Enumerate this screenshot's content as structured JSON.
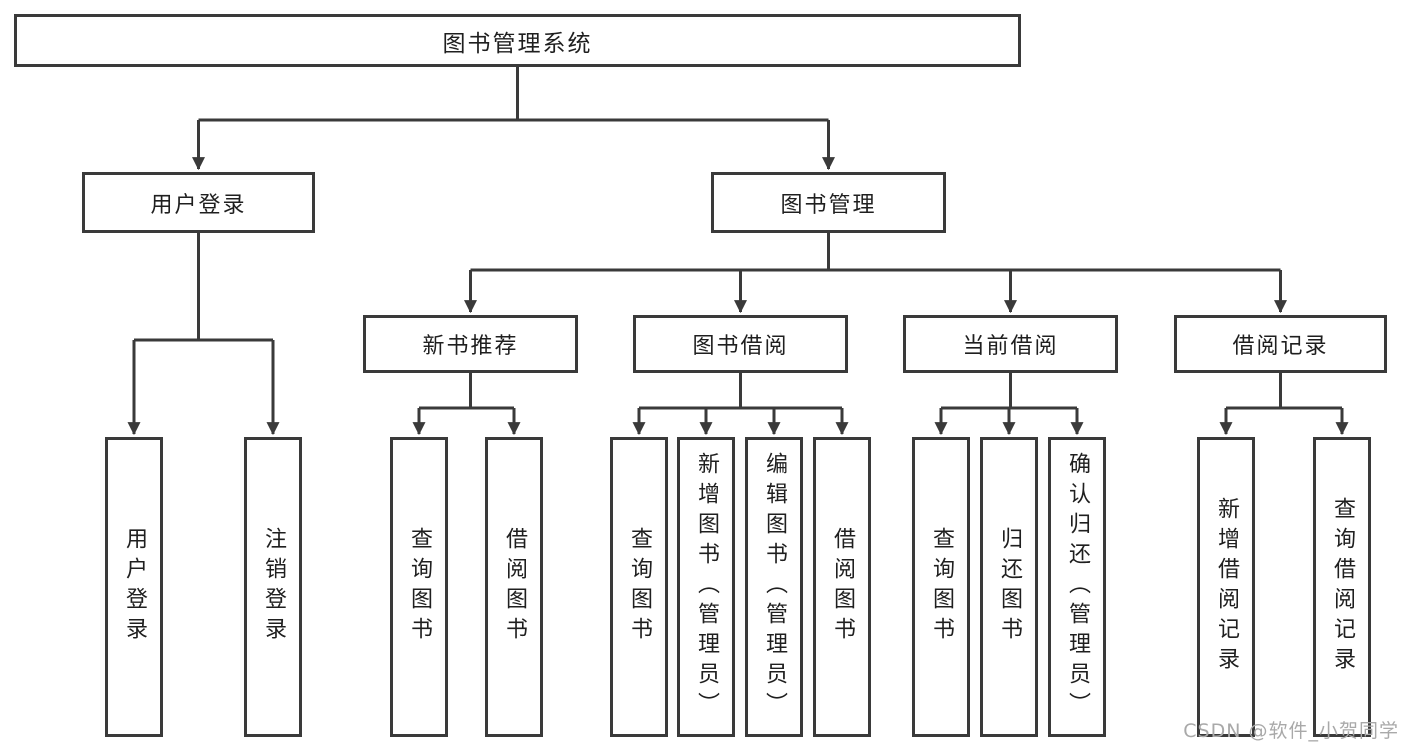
{
  "tree": {
    "root": {
      "label": "图书管理系统"
    },
    "level2": [
      {
        "label": "用户登录"
      },
      {
        "label": "图书管理"
      }
    ],
    "level3": [
      {
        "label": "新书推荐",
        "parent": "图书管理"
      },
      {
        "label": "图书借阅",
        "parent": "图书管理"
      },
      {
        "label": "当前借阅",
        "parent": "图书管理"
      },
      {
        "label": "借阅记录",
        "parent": "图书管理"
      }
    ],
    "leaves": [
      {
        "label": "用户登录",
        "parent": "用户登录"
      },
      {
        "label": "注销登录",
        "parent": "用户登录"
      },
      {
        "label": "查询图书",
        "parent": "新书推荐"
      },
      {
        "label": "借阅图书",
        "parent": "新书推荐"
      },
      {
        "label": "查询图书",
        "parent": "图书借阅"
      },
      {
        "label": "新增图书（管理员）",
        "parent": "图书借阅"
      },
      {
        "label": "编辑图书（管理员）",
        "parent": "图书借阅"
      },
      {
        "label": "借阅图书",
        "parent": "图书借阅"
      },
      {
        "label": "查询图书",
        "parent": "当前借阅"
      },
      {
        "label": "归还图书",
        "parent": "当前借阅"
      },
      {
        "label": "确认归还（管理员）",
        "parent": "当前借阅"
      },
      {
        "label": "新增借阅记录",
        "parent": "借阅记录"
      },
      {
        "label": "查询借阅记录",
        "parent": "借阅记录"
      }
    ]
  },
  "watermark": "CSDN @软件_小贺同学",
  "colors": {
    "line": "#3a3a3a",
    "box_border": "#3a3a3a",
    "text": "#1f1f1f",
    "watermark": "#a9a9a9",
    "background": "#ffffff"
  }
}
